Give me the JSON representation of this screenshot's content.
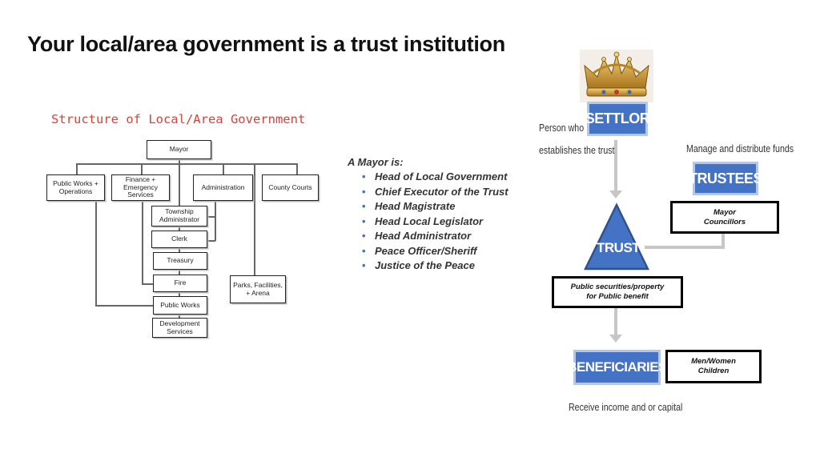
{
  "title": "Your local/area government is a trust institution",
  "org_chart": {
    "title": "Structure of Local/Area Government",
    "boxes": {
      "mayor": "Mayor",
      "public_works_ops": "Public Works + Operations",
      "finance": "Finance + Emergency Services",
      "administration": "Administration",
      "county_courts": "County Courts",
      "township_admin": "Township Administrator",
      "clerk": "Clerk",
      "treasury": "Treasury",
      "fire": "Fire",
      "public_works": "Public Works",
      "development": "Development Services",
      "parks": "Parks, Facilities, + Arena"
    }
  },
  "mayor_roles": {
    "heading": "A Mayor is:",
    "items": [
      "Head of Local Government",
      "Chief Executor of the Trust",
      "Head Magistrate",
      "Head Local Legislator",
      "Head Administrator",
      "Peace Officer/Sheriff",
      "Justice of the Peace"
    ]
  },
  "trust_diagram": {
    "settlor": "SETTLOR",
    "settlor_caption_1": "Person who",
    "settlor_caption_2": "establishes the trust",
    "trustees": "TRUSTEES",
    "trustees_caption": "Manage and distribute funds",
    "trustees_note_1": "Mayor",
    "trustees_note_2": "Councillors",
    "trust": "TRUST",
    "trust_note_1": "Public securities/property",
    "trust_note_2": "for Public benefit",
    "beneficiaries": "BENEFICIARIES",
    "beneficiaries_note_1": "Men/Women",
    "beneficiaries_note_2": "Children",
    "beneficiaries_caption": "Receive income and or capital"
  },
  "colors": {
    "accent_blue": "#4472c4",
    "org_title_red": "#d2453a",
    "bullet_blue": "#4472c4"
  }
}
